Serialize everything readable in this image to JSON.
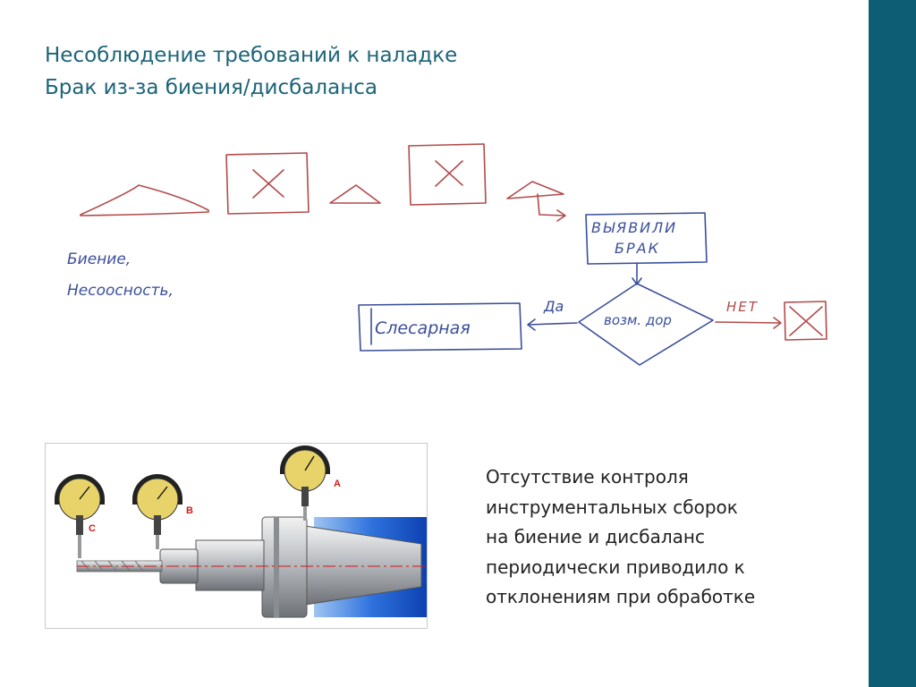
{
  "slide": {
    "title_line1": "Несоблюдение требований к наладке",
    "title_line2": "Брак из-за биения/дисбаланса",
    "description_lines": [
      "Отсутствие контроля",
      "инструментальных сборок",
      "на биение и дисбаланс",
      "периодически приводило к",
      "отклонениям при обработке"
    ]
  },
  "sketch": {
    "note_line1": "Биение,",
    "note_line2": "Несоосность,",
    "box_detected": [
      "ВЫЯВИЛИ",
      "БРАК"
    ],
    "decision": "возм. дор",
    "yes_label": "Да",
    "no_label": "НЕТ",
    "workshop": "Слесарная",
    "colors": {
      "red": "#b24a4a",
      "blue": "#3b4f9a"
    }
  },
  "photo": {
    "gauge_labels": [
      "A",
      "B",
      "C"
    ],
    "colors": {
      "gauge": "#e8d36a",
      "label": "#d11a1a",
      "holder_blue": "#1a5fd1"
    }
  },
  "theme": {
    "sidebar": "#0d5e74",
    "title": "#1c6478"
  }
}
